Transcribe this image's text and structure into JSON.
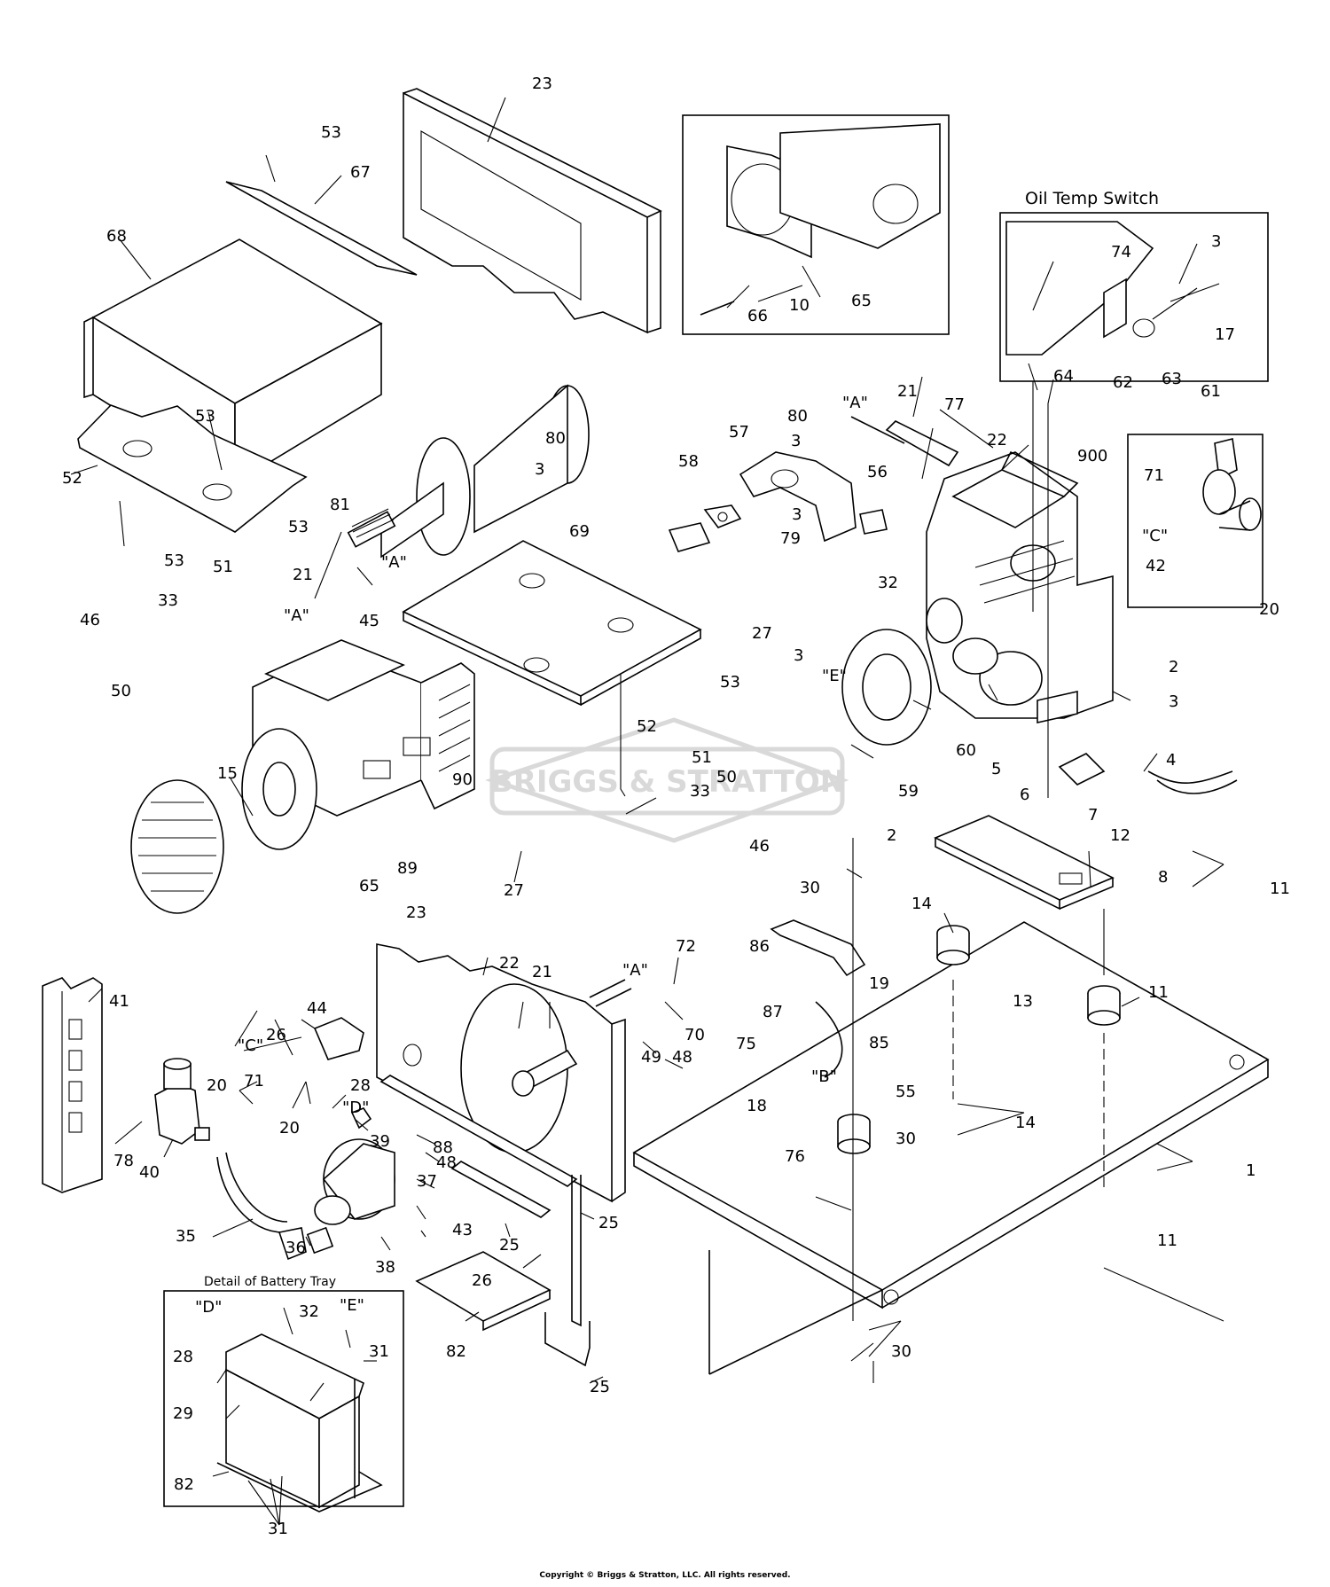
{
  "labels": [
    {
      "id": "lbl-23-top",
      "text": "23"
    },
    {
      "id": "lbl-53-a",
      "text": "53"
    },
    {
      "id": "lbl-67",
      "text": "67"
    },
    {
      "id": "lbl-68",
      "text": "68"
    },
    {
      "id": "lbl-53-b",
      "text": "53"
    },
    {
      "id": "lbl-52-a",
      "text": "52"
    },
    {
      "id": "lbl-53-c",
      "text": "53"
    },
    {
      "id": "lbl-80-a",
      "text": "80"
    },
    {
      "id": "lbl-3-a",
      "text": "3"
    },
    {
      "id": "lbl-69",
      "text": "69"
    },
    {
      "id": "lbl-81",
      "text": "81"
    },
    {
      "id": "lbl-53-d",
      "text": "53"
    },
    {
      "id": "lbl-A-1",
      "text": "\"A\""
    },
    {
      "id": "lbl-21-a",
      "text": "21"
    },
    {
      "id": "lbl-A-2",
      "text": "\"A\""
    },
    {
      "id": "lbl-45",
      "text": "45"
    },
    {
      "id": "lbl-51-a",
      "text": "51"
    },
    {
      "id": "lbl-46-a",
      "text": "46"
    },
    {
      "id": "lbl-33-a",
      "text": "33"
    },
    {
      "id": "lbl-50-a",
      "text": "50"
    },
    {
      "id": "lbl-53-e",
      "text": "53"
    },
    {
      "id": "lbl-52-b",
      "text": "52"
    },
    {
      "id": "lbl-15",
      "text": "15"
    },
    {
      "id": "lbl-89",
      "text": "89"
    },
    {
      "id": "lbl-90",
      "text": "90"
    },
    {
      "id": "lbl-65-a",
      "text": "65"
    },
    {
      "id": "lbl-27-a",
      "text": "27"
    },
    {
      "id": "lbl-51-b",
      "text": "51"
    },
    {
      "id": "lbl-33-b",
      "text": "33"
    },
    {
      "id": "lbl-50-b",
      "text": "50"
    },
    {
      "id": "lbl-46-b",
      "text": "46"
    },
    {
      "id": "lbl-66",
      "text": "66"
    },
    {
      "id": "lbl-10",
      "text": "10"
    },
    {
      "id": "lbl-65-b",
      "text": "65"
    },
    {
      "id": "lbl-oil-temp",
      "text": "Oil Temp Switch"
    },
    {
      "id": "lbl-74",
      "text": "74"
    },
    {
      "id": "lbl-3-b",
      "text": "3"
    },
    {
      "id": "lbl-17",
      "text": "17"
    },
    {
      "id": "lbl-64",
      "text": "64"
    },
    {
      "id": "lbl-62",
      "text": "62"
    },
    {
      "id": "lbl-63",
      "text": "63"
    },
    {
      "id": "lbl-61",
      "text": "61"
    },
    {
      "id": "lbl-A-3",
      "text": "\"A\""
    },
    {
      "id": "lbl-21-b",
      "text": "21"
    },
    {
      "id": "lbl-77",
      "text": "77"
    },
    {
      "id": "lbl-22-a",
      "text": "22"
    },
    {
      "id": "lbl-900",
      "text": "900"
    },
    {
      "id": "lbl-57",
      "text": "57"
    },
    {
      "id": "lbl-80-b",
      "text": "80"
    },
    {
      "id": "lbl-3-c",
      "text": "3"
    },
    {
      "id": "lbl-58",
      "text": "58"
    },
    {
      "id": "lbl-56",
      "text": "56"
    },
    {
      "id": "lbl-3-d",
      "text": "3"
    },
    {
      "id": "lbl-79",
      "text": "79"
    },
    {
      "id": "lbl-71-a",
      "text": "71"
    },
    {
      "id": "lbl-C-1",
      "text": "\"C\""
    },
    {
      "id": "lbl-42",
      "text": "42"
    },
    {
      "id": "lbl-20-a",
      "text": "20"
    },
    {
      "id": "lbl-27-b",
      "text": "27"
    },
    {
      "id": "lbl-32-a",
      "text": "32"
    },
    {
      "id": "lbl-3-e",
      "text": "3"
    },
    {
      "id": "lbl-E-1",
      "text": "\"E\""
    },
    {
      "id": "lbl-2-a",
      "text": "2"
    },
    {
      "id": "lbl-3-f",
      "text": "3"
    },
    {
      "id": "lbl-60",
      "text": "60"
    },
    {
      "id": "lbl-5",
      "text": "5"
    },
    {
      "id": "lbl-59",
      "text": "59"
    },
    {
      "id": "lbl-4",
      "text": "4"
    },
    {
      "id": "lbl-7",
      "text": "7"
    },
    {
      "id": "lbl-8",
      "text": "8"
    },
    {
      "id": "lbl-6",
      "text": "6"
    },
    {
      "id": "lbl-2-b",
      "text": "2"
    },
    {
      "id": "lbl-12",
      "text": "12"
    },
    {
      "id": "lbl-11-a",
      "text": "11"
    },
    {
      "id": "lbl-30-a",
      "text": "30"
    },
    {
      "id": "lbl-14-a",
      "text": "14"
    },
    {
      "id": "lbl-86",
      "text": "86"
    },
    {
      "id": "lbl-19",
      "text": "19"
    },
    {
      "id": "lbl-13",
      "text": "13"
    },
    {
      "id": "lbl-11-b",
      "text": "11"
    },
    {
      "id": "lbl-87",
      "text": "87"
    },
    {
      "id": "lbl-85",
      "text": "85"
    },
    {
      "id": "lbl-75",
      "text": "75"
    },
    {
      "id": "lbl-B",
      "text": "\"B\""
    },
    {
      "id": "lbl-55",
      "text": "55"
    },
    {
      "id": "lbl-18",
      "text": "18"
    },
    {
      "id": "lbl-30-b",
      "text": "30"
    },
    {
      "id": "lbl-14-b",
      "text": "14"
    },
    {
      "id": "lbl-76",
      "text": "76"
    },
    {
      "id": "lbl-1",
      "text": "1"
    },
    {
      "id": "lbl-11-c",
      "text": "11"
    },
    {
      "id": "lbl-30-c",
      "text": "30"
    },
    {
      "id": "lbl-41",
      "text": "41"
    },
    {
      "id": "lbl-26-a",
      "text": "26"
    },
    {
      "id": "lbl-44",
      "text": "44"
    },
    {
      "id": "lbl-C-2",
      "text": "\"C\""
    },
    {
      "id": "lbl-71-b",
      "text": "71"
    },
    {
      "id": "lbl-20-b",
      "text": "20"
    },
    {
      "id": "lbl-28-a",
      "text": "28"
    },
    {
      "id": "lbl-D-1",
      "text": "\"D\""
    },
    {
      "id": "lbl-20-c",
      "text": "20"
    },
    {
      "id": "lbl-23-b",
      "text": "23"
    },
    {
      "id": "lbl-22-b",
      "text": "22"
    },
    {
      "id": "lbl-21-c",
      "text": "21"
    },
    {
      "id": "lbl-A-4",
      "text": "\"A\""
    },
    {
      "id": "lbl-72",
      "text": "72"
    },
    {
      "id": "lbl-70",
      "text": "70"
    },
    {
      "id": "lbl-49",
      "text": "49"
    },
    {
      "id": "lbl-48-a",
      "text": "48"
    },
    {
      "id": "lbl-78",
      "text": "78"
    },
    {
      "id": "lbl-40",
      "text": "40"
    },
    {
      "id": "lbl-39",
      "text": "39"
    },
    {
      "id": "lbl-88",
      "text": "88"
    },
    {
      "id": "lbl-48-b",
      "text": "48"
    },
    {
      "id": "lbl-37",
      "text": "37"
    },
    {
      "id": "lbl-43",
      "text": "43"
    },
    {
      "id": "lbl-38",
      "text": "38"
    },
    {
      "id": "lbl-36",
      "text": "36"
    },
    {
      "id": "lbl-35",
      "text": "35"
    },
    {
      "id": "lbl-25-a",
      "text": "25"
    },
    {
      "id": "lbl-25-b",
      "text": "25"
    },
    {
      "id": "lbl-26-b",
      "text": "26"
    },
    {
      "id": "lbl-82-a",
      "text": "82"
    },
    {
      "id": "lbl-25-c",
      "text": "25"
    },
    {
      "id": "lbl-battery-title",
      "text": "Detail of Battery Tray"
    },
    {
      "id": "lbl-D-2",
      "text": "\"D\""
    },
    {
      "id": "lbl-32-b",
      "text": "32"
    },
    {
      "id": "lbl-E-2",
      "text": "\"E\""
    },
    {
      "id": "lbl-28-b",
      "text": "28"
    },
    {
      "id": "lbl-31-a",
      "text": "31"
    },
    {
      "id": "lbl-29",
      "text": "29"
    },
    {
      "id": "lbl-82-b",
      "text": "82"
    },
    {
      "id": "lbl-31-b",
      "text": "31"
    }
  ],
  "watermark": {
    "text": "BRIGGS & STRATTON",
    "color": "#d9d9d9"
  },
  "copyright": "Copyright © Briggs & Stratton, LLC. All rights reserved.",
  "colors": {
    "line": "#000000",
    "background": "#ffffff",
    "watermark": "#d9d9d9"
  }
}
